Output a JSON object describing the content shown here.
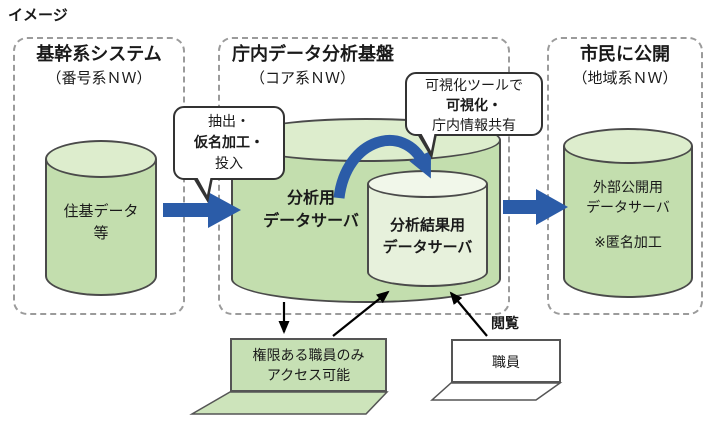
{
  "page": {
    "label": "イメージ"
  },
  "palette": {
    "arrow_blue": "#2b5ca8",
    "cylinder_green_body": "#c3deae",
    "cylinder_green_top": "#ddedcd",
    "cylinder_light_body": "#e7f1dc",
    "cylinder_light_top": "#f1f7ea",
    "laptop_green": "#c6e0b4",
    "outline": "#4a4a4a",
    "zone_border": "#9b9b9b"
  },
  "zones": {
    "source": {
      "title": "基幹系システム",
      "subtitle": "（番号系ＮＷ）",
      "server": {
        "line1": "住基データ",
        "line2": "等"
      }
    },
    "platform": {
      "title": "庁内データ分析基盤",
      "subtitle": "（コア系ＮＷ）",
      "analysis_server": {
        "line1": "分析用",
        "line2": "データサーバ"
      },
      "result_server": {
        "line1": "分析結果用",
        "line2": "データサーバ"
      }
    },
    "public": {
      "title": "市民に公開",
      "subtitle": "（地域系ＮＷ）",
      "server": {
        "line1": "外部公開用",
        "line2": "データサーバ",
        "line3": "※匿名加工"
      }
    }
  },
  "callouts": {
    "ingest": {
      "line1": "抽出・",
      "line2": "仮名加工・",
      "line3": "投入"
    },
    "visualize": {
      "line1": "可視化ツールで",
      "line2": "可視化・",
      "line3": "庁内情報共有"
    }
  },
  "terminals": {
    "staff_pc": {
      "line1": "権限ある職員のみ",
      "line2": "アクセス可能"
    },
    "staff": {
      "label": "職員"
    }
  },
  "labels": {
    "view": "閲覧"
  }
}
